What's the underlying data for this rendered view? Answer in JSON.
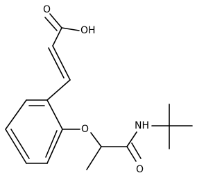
{
  "molecule": {
    "labels": {
      "oxygen_carbonyl_acid": "O",
      "hydroxyl": "OH",
      "ether_oxygen": "O",
      "amide_nitrogen": "NH",
      "oxygen_carbonyl_amide": "O"
    },
    "colors": {
      "bond": "#000000",
      "text": "#000000",
      "background": "#ffffff"
    }
  }
}
